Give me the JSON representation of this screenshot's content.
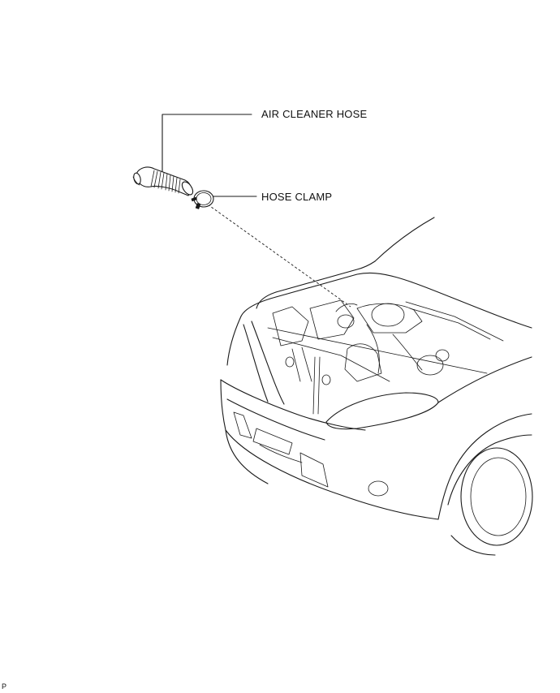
{
  "labels": {
    "air_cleaner_hose": "AIR CLEANER HOSE",
    "hose_clamp": "HOSE CLAMP"
  },
  "corner_code": "P",
  "colors": {
    "line": "#1a1a1a",
    "background": "#ffffff"
  }
}
